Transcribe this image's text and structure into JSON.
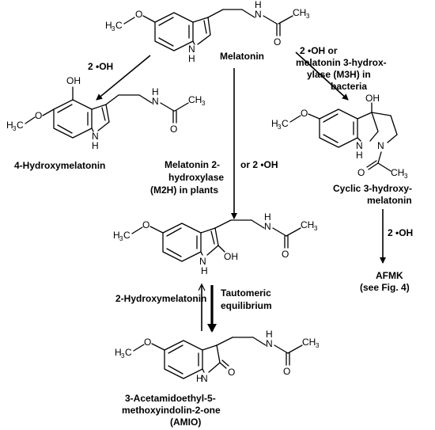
{
  "compounds": {
    "melatonin": "Melatonin",
    "hydroxy4": "4-Hydroxymelatonin",
    "cyclic_line1": "Cyclic 3-hydroxy-",
    "cyclic_line2": "melatonin",
    "hydroxy2": "2-Hydroxymelatonin",
    "afmk_line1": "AFMK",
    "afmk_line2": "(see Fig. 4)",
    "amio_line1": "3-Acetamidoethyl-5-",
    "amio_line2": "methoxyindolin-2-one",
    "amio_line3": "(AMIO)"
  },
  "reactions": {
    "to_4oh": "2 •OH",
    "to_cyclic_line1": "2 •OH or",
    "to_cyclic_line2": "melatonin 3-hydrox-",
    "to_cyclic_line3": "ylase (M3H) in",
    "to_cyclic_line4": "bacteria",
    "to_2oh_line1": "Melatonin 2-",
    "to_2oh_line2": "hydroxylase",
    "to_2oh_line3": "(M2H) in plants",
    "to_2oh_alt": "or 2 •OH",
    "to_afmk": "2 •OH",
    "tautomer_line1": "Tautomeric",
    "tautomer_line2": "equilibrium"
  },
  "atoms": {
    "methyl": "H",
    "methyl_sub": "3",
    "methyl_c": "C",
    "oxygen": "O",
    "nitrogen": "N",
    "hydrogen": "H",
    "nh": "NH",
    "hydroxyl_oh": "OH",
    "carbon_ch": "CH",
    "ch_sub": "3"
  }
}
